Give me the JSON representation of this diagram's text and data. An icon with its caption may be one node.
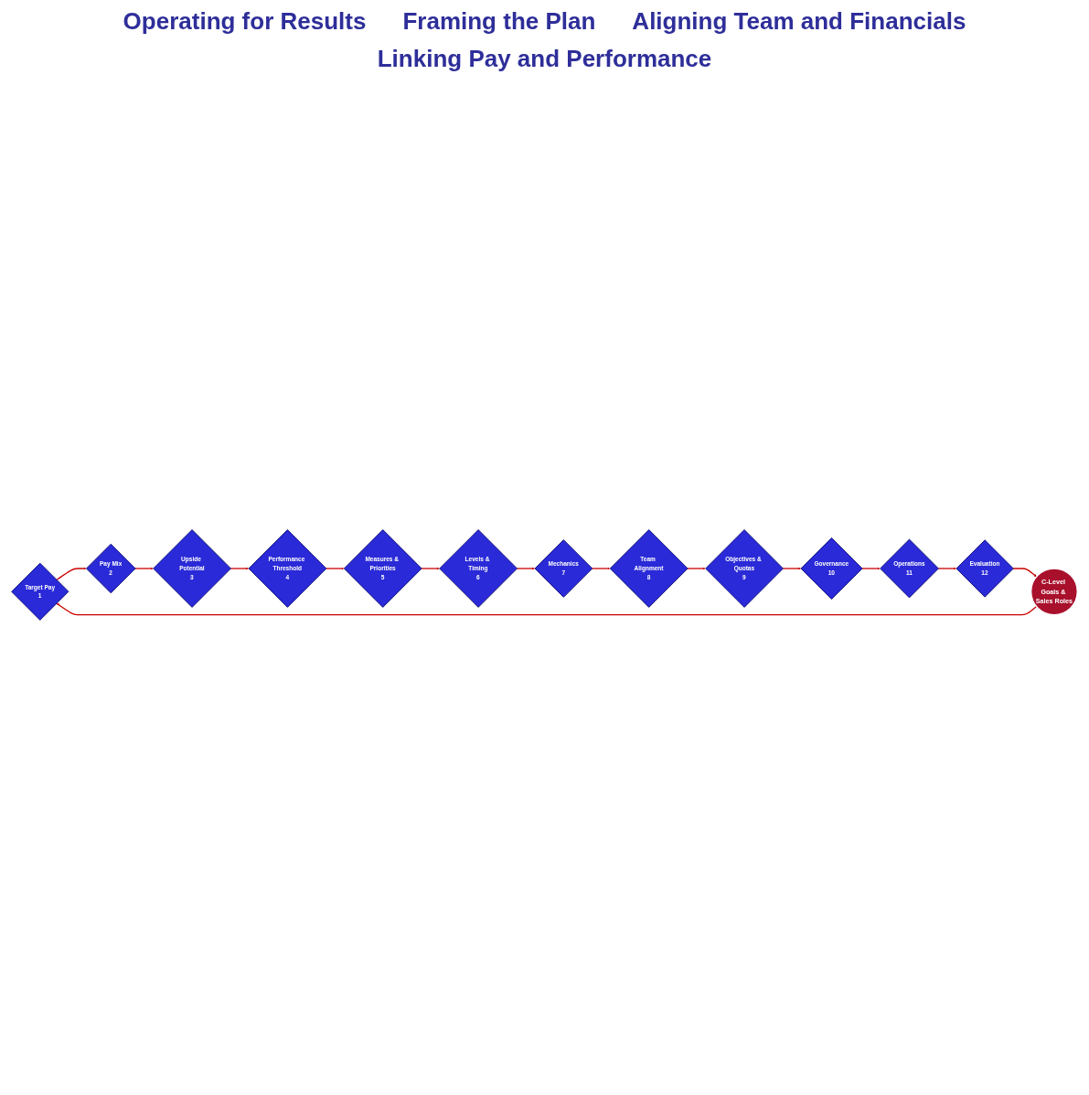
{
  "diagram": {
    "nodes": [
      {
        "text": [
          "Target Pay",
          "1"
        ]
      },
      {
        "text": [
          "Pay Mix",
          "2"
        ]
      },
      {
        "text": [
          "Upside Potential",
          "3"
        ]
      },
      {
        "text": [
          "Performance Threshold",
          "4"
        ]
      },
      {
        "text": [
          "Measures & Priorities",
          "5"
        ]
      },
      {
        "text": [
          "Levels & Timing",
          "6"
        ]
      },
      {
        "text": [
          "Mechanics",
          "7"
        ]
      },
      {
        "text": [
          "Team Alignment",
          "8"
        ]
      },
      {
        "text": [
          "Objectives & Quotas",
          "9"
        ]
      },
      {
        "text": [
          "Governance",
          "10"
        ]
      },
      {
        "text": [
          "Operations",
          "11"
        ]
      },
      {
        "text": [
          "Evaluation",
          "12"
        ]
      },
      {
        "text": [
          "C-Level Goals & Sales Roles"
        ]
      }
    ],
    "edges": [
      {
        "from": 0,
        "to": 1,
        "arrow": "to"
      },
      {
        "from": 1,
        "to": 2,
        "arrow": "to"
      },
      {
        "from": 2,
        "to": 3,
        "arrow": "to"
      },
      {
        "from": 3,
        "to": 4,
        "arrow": "to"
      },
      {
        "from": 4,
        "to": 5,
        "arrow": "to"
      },
      {
        "from": 5,
        "to": 6,
        "arrow": "to"
      },
      {
        "from": 6,
        "to": 7,
        "arrow": "to"
      },
      {
        "from": 7,
        "to": 8,
        "arrow": "to"
      },
      {
        "from": 8,
        "to": 9,
        "arrow": "to"
      },
      {
        "from": 9,
        "to": 10,
        "arrow": "to"
      },
      {
        "from": 10,
        "to": 11,
        "arrow": "to"
      },
      {
        "from": 11,
        "to": 12,
        "arrow": "to"
      },
      {
        "from": 12,
        "to": 0,
        "arrow": "to"
      }
    ],
    "labels": [
      "Operating for Results",
      "Framing the Plan",
      "Aligning Team and Financials",
      "Linking Pay and Performance"
    ]
  }
}
